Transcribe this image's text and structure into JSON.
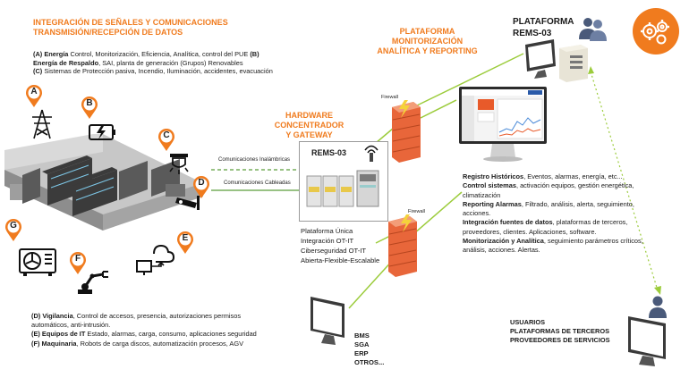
{
  "left": {
    "title_line1": "INTEGRACIÓN DE SEÑALES Y COMUNICACIONES",
    "title_line2": "TRANSMISIÓN/RECEPCIÓN DE DATOS",
    "items_top": [
      {
        "bold": "(A) Energía",
        "text": " Control, Monitorización, Eficiencia, Analítica, control del  PUE",
        "tail": "   (B)"
      },
      {
        "bold": "Energía de Respaldo",
        "text": ", SAI, planta de generación (Grupos) Renovables",
        "tail": ""
      },
      {
        "bold": "(C)",
        "text": " Sistemas de Protección pasiva, Incendio, Iluminación, accidentes, evacuación",
        "tail": ""
      }
    ],
    "items_bottom": [
      {
        "bold": "(D) Vigilancia",
        "text": ",  Control de accesos, presencia, autorizaciones permisos"
      },
      {
        "bold": "",
        "text": "automáticos, anti-intrusión."
      },
      {
        "bold": "(E) Equipos de IT",
        "text": " Estado, alarmas, carga, consumo, aplicaciones seguridad"
      },
      {
        "bold": "(F) Maquinaria",
        "text": ", Robots de carga discos, automatización procesos, AGV"
      }
    ]
  },
  "pins": {
    "a": "A",
    "b": "B",
    "c": "C",
    "d": "D",
    "e": "E",
    "f": "F",
    "g": "G"
  },
  "links": {
    "wireless": "Comunicaciones Inalámbricas",
    "wired": "Comunicaciones Cableadas"
  },
  "gateway": {
    "title_line1": "HARDWARE CONCENTRADOR",
    "title_line2": "Y GATEWAY",
    "device": "REMS-03",
    "features": [
      "Plataforma Única",
      "Integración OT-IT",
      "Ciberseguridad OT-IT",
      "Abierta-Flexible-Escalable"
    ]
  },
  "firewall": {
    "top": "Firewall",
    "bottom": "Firewall"
  },
  "platform": {
    "title_line1": "PLATAFORMA MONITORIZACIÓN",
    "title_line2": "ANALÍTICA Y REPORTING",
    "name_line1": "PLATAFORMA",
    "name_line2": "REMS-03"
  },
  "features_list": [
    {
      "bold": "Registro Históricos",
      "text": ", Eventos, alarmas, energía, etc..."
    },
    {
      "bold": "Control sistemas",
      "text": ", activación equipos, gestión energética,"
    },
    {
      "bold": "",
      "text": "climatización"
    },
    {
      "bold": "Reporting Alarmas",
      "text": ",  Filtrado, análisis, alerta, seguimiento,"
    },
    {
      "bold": "",
      "text": "acciones."
    },
    {
      "bold": "Integración fuentes de datos",
      "text": ", plataformas de terceros,"
    },
    {
      "bold": "",
      "text": "proveedores, clientes. Aplicaciones, software."
    },
    {
      "bold": "Monitorización y Analítica",
      "text": ", seguimiento parámetros críticos,"
    },
    {
      "bold": "",
      "text": "análisis, acciones. Alertas."
    }
  ],
  "systems": [
    "BMS",
    "SGA",
    "ERP",
    "OTROS..."
  ],
  "users": [
    "USUARIOS",
    "PLATAFORMAS DE TERCEROS",
    "PROVEEDORES DE SERVICIOS"
  ],
  "colors": {
    "accent": "#f07b1e",
    "firewall": "#e8663a",
    "line_green": "#9ccc3c"
  }
}
